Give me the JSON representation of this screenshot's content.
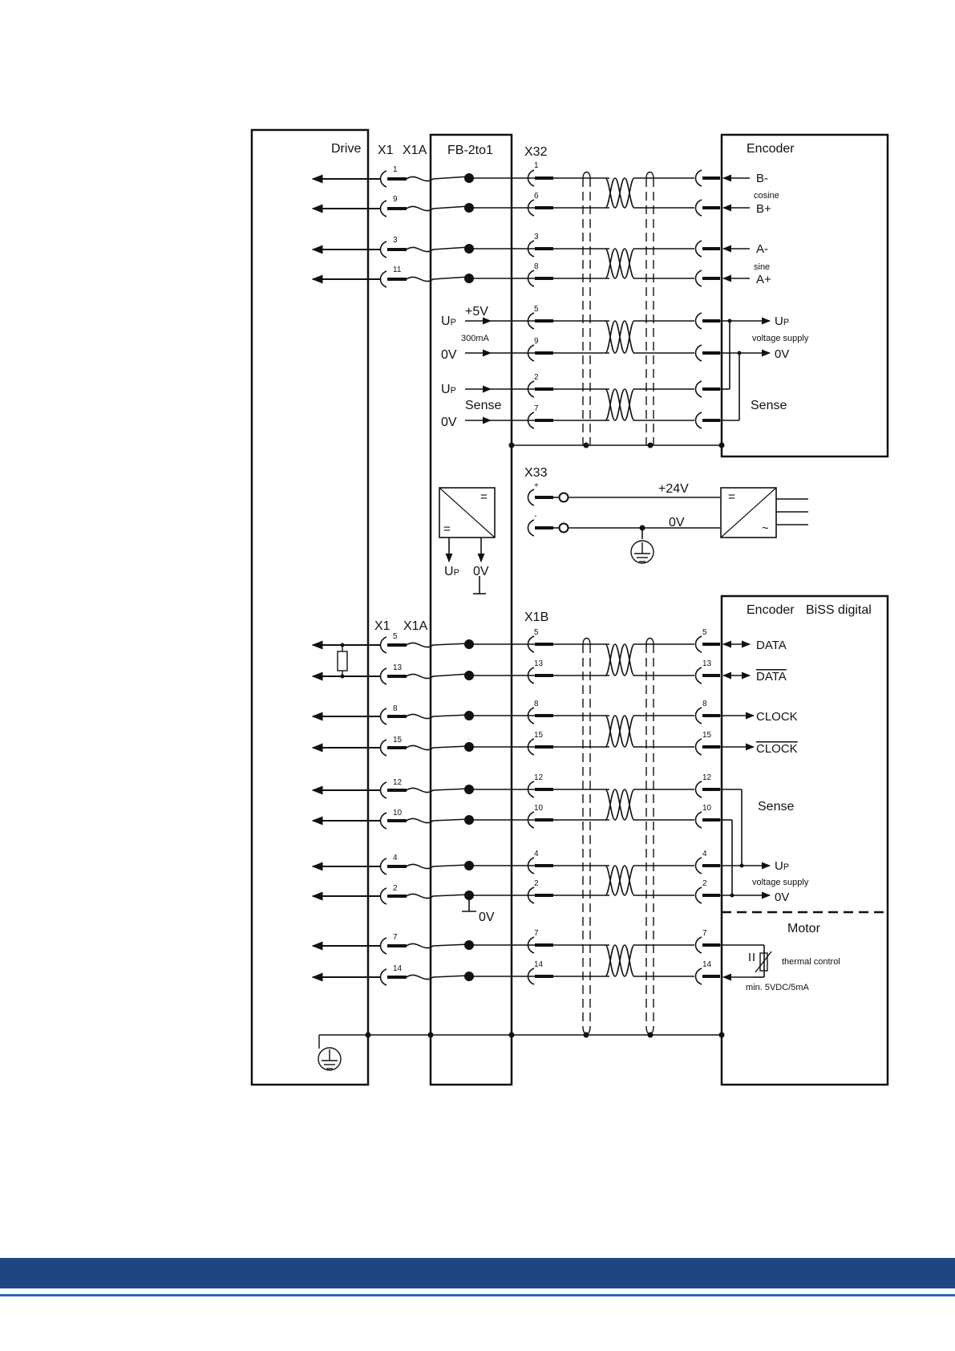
{
  "colors": {
    "footer_bar": "#1f4680",
    "footer_line": "#2c67ad",
    "ink": "#111111"
  },
  "blocks": {
    "drive": "Drive",
    "converter": "FB-2to1",
    "encoder_top": "Encoder",
    "encoder_bottom": "Encoder",
    "encoder_bottom_type": "BiSS digital",
    "motor": "Motor"
  },
  "connectors": {
    "x1": "X1",
    "x1a": "X1A",
    "x32": "X32",
    "x33": "X33",
    "x1b": "X1B"
  },
  "top_signals": {
    "b_minus": "B-",
    "cosine": "cosine",
    "b_plus": "B+",
    "a_minus": "A-",
    "sine": "sine",
    "a_plus": "A+",
    "up": "U",
    "up_sub": "P",
    "voltage_supply": "voltage supply",
    "zero_v": "0V",
    "sense": "Sense",
    "plus5v": "+5V",
    "current": "300mA"
  },
  "supply": {
    "plus24v": "+24V",
    "zero_v": "0V",
    "eq": "=",
    "ac": "~",
    "up": "U",
    "up_sub": "P",
    "ov": "0V"
  },
  "bottom_signals": {
    "data": "DATA",
    "data_bar": "DATA",
    "clock": "CLOCK",
    "clock_bar": "CLOCK",
    "sense": "Sense",
    "up": "U",
    "up_sub": "P",
    "voltage_supply": "voltage supply",
    "zero_v": "0V",
    "zero_v_mid": "0V",
    "thermal": "thermal control",
    "min_spec": "min. 5VDC/5mA"
  },
  "pins": {
    "top_drive": [
      "1",
      "9",
      "3",
      "11"
    ],
    "x32_cosine_sine": [
      "1",
      "6",
      "3",
      "8"
    ],
    "x32_supply": [
      "5",
      "9",
      "2",
      "7"
    ],
    "x33": [
      "+",
      "-"
    ],
    "bottom_drive": [
      "5",
      "13",
      "8",
      "15",
      "12",
      "10",
      "4",
      "2",
      "7",
      "14"
    ],
    "x1b": [
      "5",
      "13",
      "8",
      "15",
      "12",
      "10",
      "4",
      "2",
      "7",
      "14"
    ],
    "encoder_bottom": [
      "5",
      "13",
      "8",
      "15",
      "12",
      "10",
      "4",
      "2",
      "7",
      "14"
    ]
  }
}
